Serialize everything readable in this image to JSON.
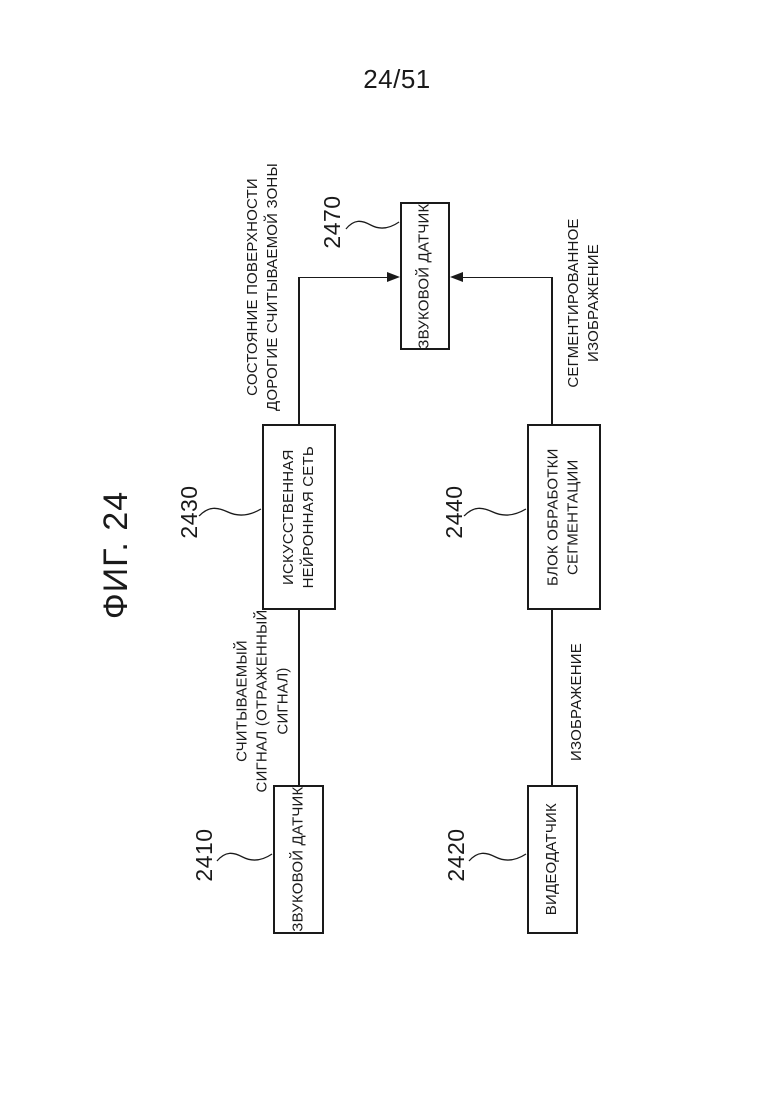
{
  "page": {
    "number": "24/51",
    "figure_label": "ФИГ. 24"
  },
  "colors": {
    "ink": "#1a1a1a",
    "background": "#ffffff"
  },
  "diagram": {
    "type": "block-diagram",
    "boxes": [
      {
        "ref": "2470",
        "label": "ЗВУКОВОЙ ДАТЧИК"
      },
      {
        "ref": "2430",
        "label": "ИСКУССТВЕННАЯ\nНЕЙРОННАЯ СЕТЬ"
      },
      {
        "ref": "2440",
        "label": "БЛОК ОБРАБОТКИ\nСЕГМЕНТАЦИИ"
      },
      {
        "ref": "2410",
        "label": "ЗВУКОВОЙ ДАТЧИК"
      },
      {
        "ref": "2420",
        "label": "ВИДЕОДАТЧИК"
      }
    ],
    "edge_labels": [
      {
        "text": "СОСТОЯНИЕ ПОВЕРХНОСТИ\nДОРОГИЕ СЧИТЫВАЕМОЙ ЗОНЫ"
      },
      {
        "text": "СЕГМЕНТИРОВАННОЕ\nИЗОБРАЖЕНИЕ"
      },
      {
        "text": "СЧИТЫВАЕМЫЙ\nСИГНАЛ (ОТРАЖЕННЫЙ\nСИГНАЛ)"
      },
      {
        "text": "ИЗОБРАЖЕНИЕ"
      }
    ]
  }
}
